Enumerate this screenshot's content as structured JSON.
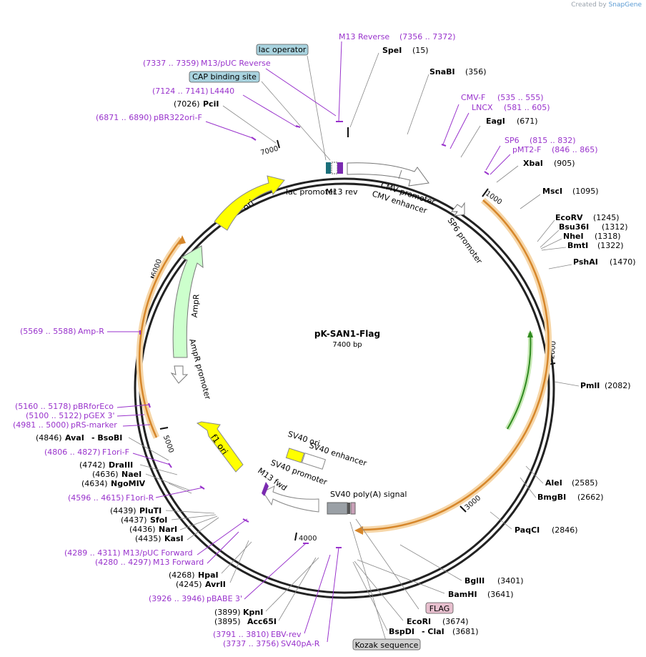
{
  "brand": {
    "created_by": "Created by",
    "name": "SnapGene"
  },
  "map": {
    "name": "pK-SAN1-Flag",
    "length": "7400 bp"
  },
  "ticks": [
    "1000",
    "2000",
    "3000",
    "4000",
    "5000",
    "6000",
    "7000"
  ],
  "features": [
    {
      "label": "lac promoter"
    },
    {
      "label": "M13 rev"
    },
    {
      "label": "CMV promoter"
    },
    {
      "label": "CMV enhancer"
    },
    {
      "label": "SP6 promoter"
    },
    {
      "label": "ori"
    },
    {
      "label": "AmpR"
    },
    {
      "label": "AmpR promoter"
    },
    {
      "label": "f1 ori"
    },
    {
      "label": "SV40 ori"
    },
    {
      "label": "SV40 enhancer"
    },
    {
      "label": "SV40 promoter"
    },
    {
      "label": "M13 fwd"
    },
    {
      "label": "SV40 poly(A) signal"
    }
  ],
  "sites": [
    {
      "name": "SpeI",
      "pos": "(15)"
    },
    {
      "name": "SnaBI",
      "pos": "(356)"
    },
    {
      "name": "EagI",
      "pos": "(671)"
    },
    {
      "name": "XbaI",
      "pos": "(905)"
    },
    {
      "name": "MscI",
      "pos": "(1095)"
    },
    {
      "name": "EcoRV",
      "pos": "(1245)"
    },
    {
      "name": "Bsu36I",
      "pos": "(1312)"
    },
    {
      "name": "NheI",
      "pos": "(1318)"
    },
    {
      "name": "BmtI",
      "pos": "(1322)"
    },
    {
      "name": "PshAI",
      "pos": "(1470)"
    },
    {
      "name": "PmlI",
      "pos": "(2082)"
    },
    {
      "name": "AleI",
      "pos": "(2585)"
    },
    {
      "name": "BmgBI",
      "pos": "(2662)"
    },
    {
      "name": "PaqCI",
      "pos": "(2846)"
    },
    {
      "name": "BglII",
      "pos": "(3401)"
    },
    {
      "name": "BamHI",
      "pos": "(3641)"
    },
    {
      "name": "EcoRI",
      "pos": "(3674)"
    },
    {
      "name": "BspDI",
      "pos": "- ClaI",
      "pos2": "(3681)"
    },
    {
      "name": "KpnI",
      "pos": "(3899)"
    },
    {
      "name": "Acc65I",
      "pos": "(3895)"
    },
    {
      "name": "AvrII",
      "pos": "(4245)"
    },
    {
      "name": "HpaI",
      "pos": "(4268)"
    },
    {
      "name": "KasI",
      "pos": "(4435)"
    },
    {
      "name": "NarI",
      "pos": "(4436)"
    },
    {
      "name": "SfoI",
      "pos": "(4437)"
    },
    {
      "name": "PluTI",
      "pos": "(4439)"
    },
    {
      "name": "NgoMIV",
      "pos": "(4634)"
    },
    {
      "name": "NaeI",
      "pos": "(4636)"
    },
    {
      "name": "DraIII",
      "pos": "(4742)"
    },
    {
      "name": "AvaI",
      "pos": "(4846)",
      "sep": "- BsoBI"
    },
    {
      "name": "PciI",
      "pos": "(7026)"
    }
  ],
  "primers": [
    {
      "name": "M13 Reverse",
      "range": "(7356 .. 7372)"
    },
    {
      "name": "M13/pUC Reverse",
      "range": "(7337 .. 7359)"
    },
    {
      "name": "L4440",
      "range": "(7124 .. 7141)"
    },
    {
      "name": "pBR322ori-F",
      "range": "(6871 .. 6890)"
    },
    {
      "name": "CMV-F",
      "range": "(535 .. 555)"
    },
    {
      "name": "LNCX",
      "range": "(581 .. 605)"
    },
    {
      "name": "SP6",
      "range": "(815 .. 832)"
    },
    {
      "name": "pMT2-F",
      "range": "(846 .. 865)"
    },
    {
      "name": "Amp-R",
      "range": "(5569 .. 5588)"
    },
    {
      "name": "pBRforEco",
      "range": "(5160 .. 5178)"
    },
    {
      "name": "pGEX 3'",
      "range": "(5100 .. 5122)"
    },
    {
      "name": "pRS-marker",
      "range": "(4981 .. 5000)"
    },
    {
      "name": "F1ori-F",
      "range": "(4806 .. 4827)"
    },
    {
      "name": "F1ori-R",
      "range": "(4596 .. 4615)"
    },
    {
      "name": "M13/pUC Forward",
      "range": "(4289 .. 4311)"
    },
    {
      "name": "M13 Forward",
      "range": "(4280 .. 4297)"
    },
    {
      "name": "pBABE 3'",
      "range": "(3926 .. 3946)"
    },
    {
      "name": "EBV-rev",
      "range": "(3791 .. 3810)"
    },
    {
      "name": "SV40pA-R",
      "range": "(3737 .. 3756)"
    }
  ],
  "boxes": [
    {
      "label": "lac operator"
    },
    {
      "label": "CAP binding site"
    },
    {
      "label": "FLAG"
    },
    {
      "label": "Kozak sequence"
    }
  ],
  "colors": {
    "primer": "#9933cc",
    "site": "#000000",
    "orf": "#e6a040",
    "ori": "#ffff00",
    "ampr": "#ccffcc",
    "box_blue": "#a9d3df",
    "box_pink": "#e8c0cf",
    "box_gray": "#d0d0d0"
  }
}
